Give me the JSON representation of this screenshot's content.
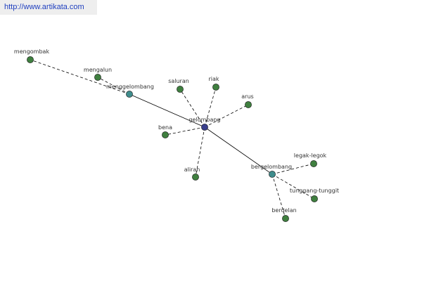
{
  "header": {
    "url_text": "http://www.artikata.com"
  },
  "colors": {
    "center_node": "#3a3f8c",
    "hub_node": "#3f8c8c",
    "leaf_node": "#3f7f3f",
    "edge": "#000000",
    "banner_bg": "#eeeeee",
    "banner_text": "#1f3fbf"
  },
  "graph": {
    "center": "gelombang",
    "hubs": [
      "menggelombang",
      "bergelombang"
    ],
    "leaves": [
      "mengombak",
      "mengalun",
      "saluran",
      "riak",
      "arus",
      "bena",
      "aliran",
      "legak-legok",
      "tunggang-tunggit",
      "berdelan"
    ],
    "edges": [
      {
        "from": "gelombang",
        "to": "menggelombang",
        "style": "solid"
      },
      {
        "from": "gelombang",
        "to": "bergelombang",
        "style": "solid"
      },
      {
        "from": "menggelombang",
        "to": "mengombak",
        "style": "dashed"
      },
      {
        "from": "menggelombang",
        "to": "mengalun",
        "style": "dashed"
      },
      {
        "from": "gelombang",
        "to": "saluran",
        "style": "dashed"
      },
      {
        "from": "gelombang",
        "to": "riak",
        "style": "dashed"
      },
      {
        "from": "gelombang",
        "to": "arus",
        "style": "dashed"
      },
      {
        "from": "gelombang",
        "to": "bena",
        "style": "dashed"
      },
      {
        "from": "gelombang",
        "to": "aliran",
        "style": "dashed"
      },
      {
        "from": "bergelombang",
        "to": "legak-legok",
        "style": "dashed"
      },
      {
        "from": "bergelombang",
        "to": "tunggang-tunggit",
        "style": "dashed"
      },
      {
        "from": "bergelombang",
        "to": "berdelan",
        "style": "dashed"
      }
    ]
  }
}
